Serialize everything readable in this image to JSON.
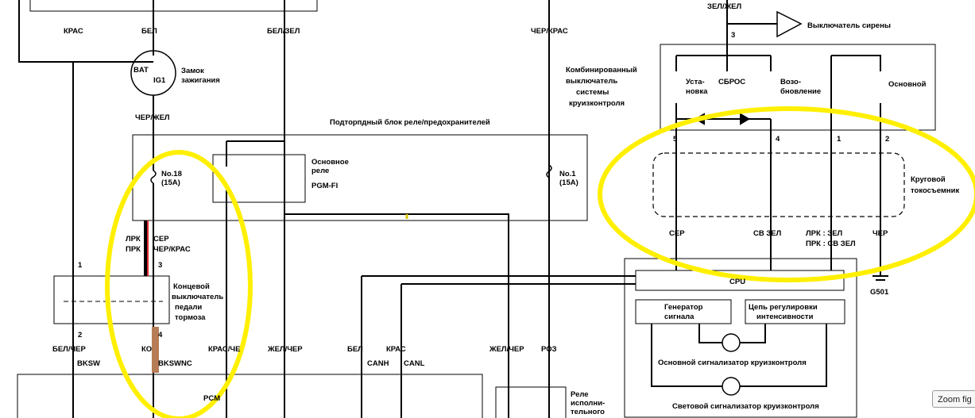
{
  "labels": {
    "kras_left": "КРАС",
    "bel_top": "БЕЛ",
    "bel_zel_top": "БЕЛ/ЗЕЛ",
    "cher_kras_top": "ЧЕР/КРАС",
    "zel_zhel_top": "ЗЕЛ/ЖЕЛ",
    "bat": "BAT",
    "ig1": "IG1",
    "ign_lock_1": "Замок",
    "ign_lock_2": "зажигания",
    "cher_zhel": "ЧЕР/ЖЕЛ",
    "fuse_box_title": "Подторпдный    блок    реле/предохранителей",
    "fuse18_a": "No.18",
    "fuse18_b": "(15A)",
    "main_relay_1": "Основное",
    "main_relay_2": "реле",
    "pgmfi": "PGM-FI",
    "fuse1_a": "No.1",
    "fuse1_b": "(15A)",
    "combo_sw_1": "Комбинированный",
    "combo_sw_2": "выключатель",
    "combo_sw_3": "системы",
    "combo_sw_4": "круизконтроля",
    "siren_sw": "Выключатель сирены",
    "pin3_top": "3",
    "ustanovka_1": "Уста-",
    "ustanovka_2": "новка",
    "sbros": "СБРОС",
    "vozob_1": "Возо-",
    "vozob_2": "бновление",
    "osnovnoy": "Основной",
    "pin5": "5",
    "pin4": "4",
    "pin1r": "1",
    "pin2r": "2",
    "clock_spring_1": "Круговой",
    "clock_spring_2": "токосъемник",
    "ser_right": "СЕР",
    "sv_zel": "СВ ЗЕЛ",
    "lrk_zel": "ЛРК   : ЗЕЛ",
    "prk_sv_zel": "ПРК   : СВ ЗЕЛ",
    "cher_right": "ЧЕР",
    "lrk_left": "ЛРК",
    "prk_left": "ПРК",
    "ser_left": "СЕР",
    "cher_kras_left": "ЧЕР/КРАС",
    "pin1l": "1",
    "pin3l": "3",
    "brake_sw_1": "Концевой",
    "brake_sw_2": "выключатель",
    "brake_sw_3": "педали",
    "brake_sw_4": "тормоза",
    "pin2l": "2",
    "pin4l": "4",
    "bel_cher": "БЕЛ/ЧЕР",
    "ko": "КО",
    "kras_che": "КРАС/ЧЕ",
    "zhel_cher_1": "ЖЕЛ/ЧЕР",
    "bel_bottom": "БЕЛ",
    "kras_bottom": "КРАС",
    "zhel_cher_2": "ЖЕЛ/ЧЕР",
    "roz": "РОЗ",
    "bksw": "BKSW",
    "bkswnc": "BKSWNC",
    "canh": "CANH",
    "canl": "CANL",
    "pcm": "PCM",
    "cpu": "CPU",
    "g501": "G501",
    "gen_1": "Генератор",
    "gen_2": "сигнала",
    "dimmer_1": "Цепь регулировки",
    "dimmer_2": "интенсивности",
    "main_ind": "Основной сигнализатор круизконтроля",
    "light_ind": "Световой сигнализатор круизконтроля",
    "relay_act_1": "Реле",
    "relay_act_2": "исполни-",
    "relay_act_3": "тельного"
  },
  "ui": {
    "zoom_tab": "Zoom fig"
  },
  "colors": {
    "highlight": "#ffef00",
    "wire_red": "#d9262a",
    "wire_brown": "#b57c56"
  }
}
